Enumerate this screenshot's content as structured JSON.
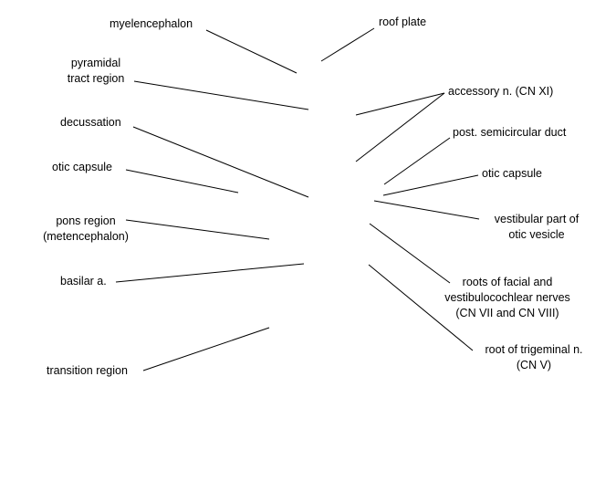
{
  "labels": {
    "myelencephalon": "myelencephalon",
    "roof_plate": "roof plate",
    "pyramidal_1": "pyramidal",
    "pyramidal_2": "tract region",
    "accessory": "accessory n. (CN XI)",
    "decussation": "decussation",
    "semicircular": "post. semicircular duct",
    "otic_left": "otic capsule",
    "otic_right": "otic capsule",
    "pons_1": "pons region",
    "pons_2": "(metencephalon)",
    "vestibular_1": "vestibular part of",
    "vestibular_2": "otic vesicle",
    "basilar": "basilar a.",
    "facial_1": "roots of facial and",
    "facial_2": "vestibulocochlear nerves",
    "facial_3": "(CN VII and CN VIII)",
    "transition": "transition region",
    "trigeminal_1": "root of trigeminal n.",
    "trigeminal_2": "(CN V)"
  },
  "colors": {
    "line": "#000000",
    "text": "#000000",
    "background": "#ffffff"
  }
}
